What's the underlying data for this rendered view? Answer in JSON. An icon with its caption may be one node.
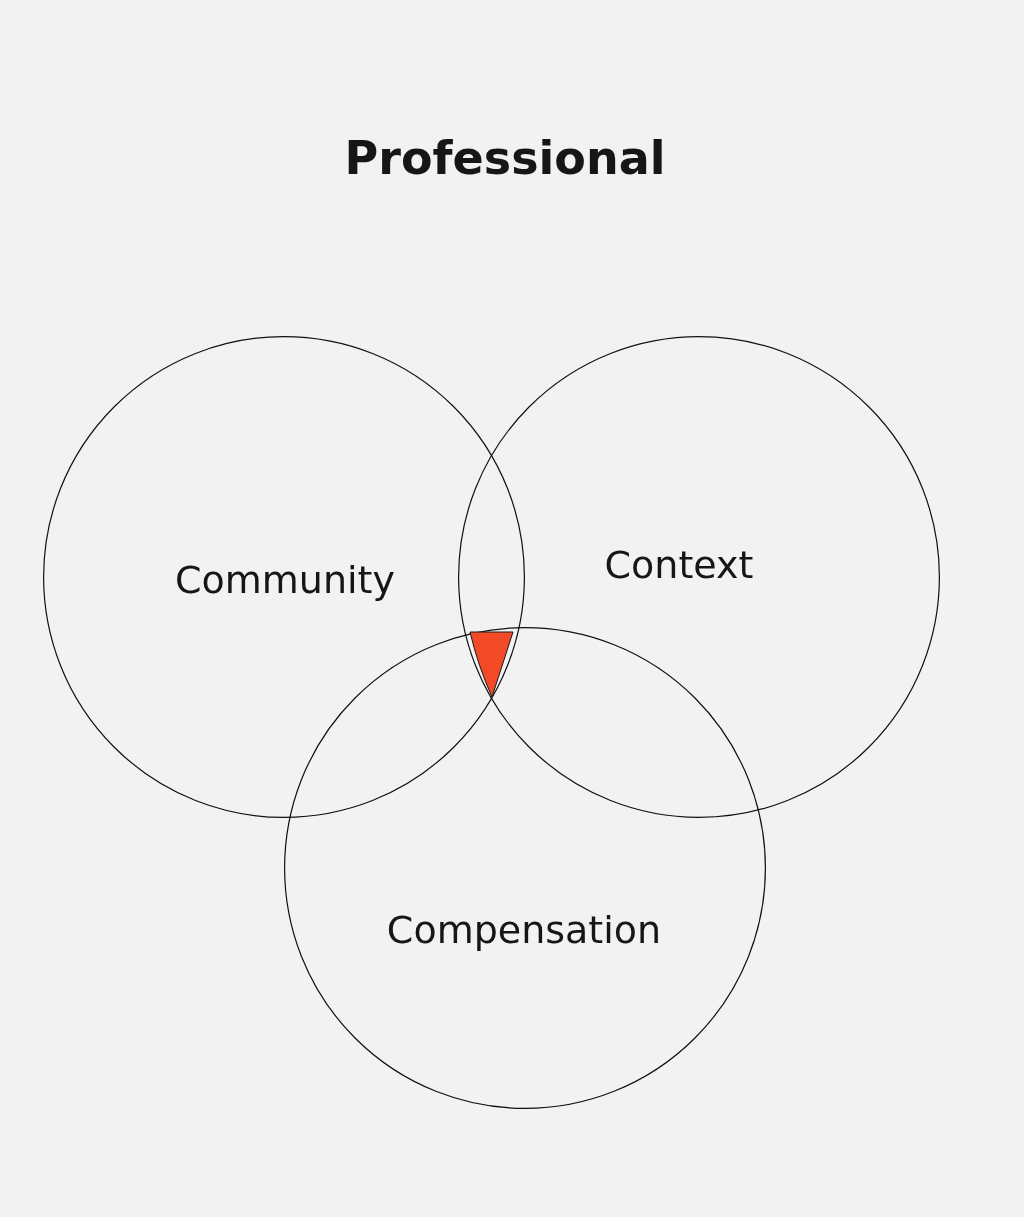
{
  "diagram": {
    "title": "Professional",
    "nodes": [
      {
        "text": [
          "Community"
        ]
      },
      {
        "text": [
          "Context"
        ]
      },
      {
        "text": [
          "Compensation"
        ]
      }
    ]
  }
}
